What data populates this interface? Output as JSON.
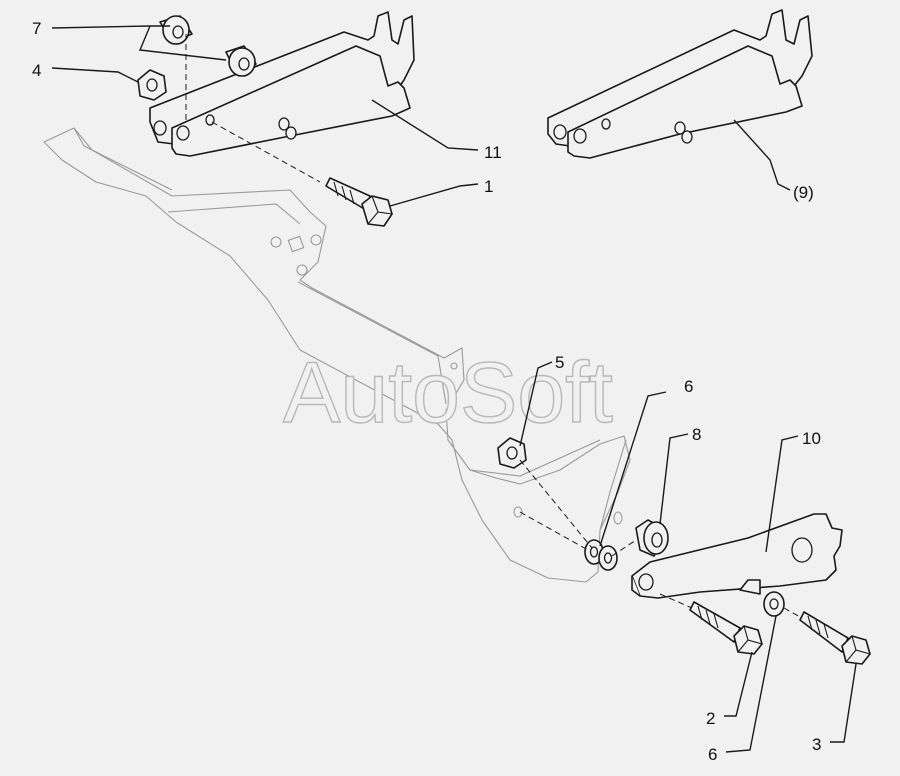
{
  "watermark": "AutoSoft",
  "callouts": [
    {
      "id": "c-7",
      "label": "7"
    },
    {
      "id": "c-4",
      "label": "4"
    },
    {
      "id": "c-11",
      "label": "11"
    },
    {
      "id": "c-1",
      "label": "1"
    },
    {
      "id": "c-9",
      "label": "(9)"
    },
    {
      "id": "c-5",
      "label": "5"
    },
    {
      "id": "c-6a",
      "label": "6"
    },
    {
      "id": "c-8",
      "label": "8"
    },
    {
      "id": "c-10",
      "label": "10"
    },
    {
      "id": "c-2",
      "label": "2"
    },
    {
      "id": "c-6b",
      "label": "6"
    },
    {
      "id": "c-3",
      "label": "3"
    }
  ]
}
